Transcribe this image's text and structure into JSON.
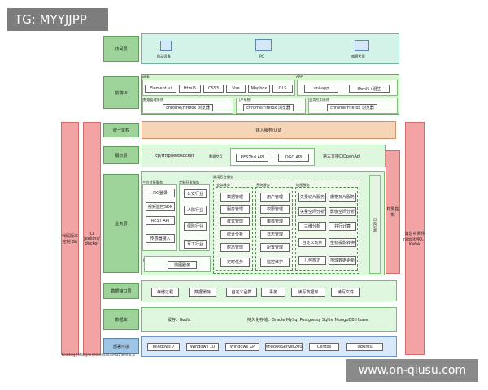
{
  "overlay": {
    "tag": "TG: MYYJJPP",
    "watermark": "www.on-qiusu.com"
  },
  "layers": {
    "access": {
      "label": "访问层",
      "devices": [
        "移动设备",
        "PC",
        "电视大屏"
      ]
    },
    "frontend": {
      "label": "前端UI",
      "web_title": "WEB",
      "web_items": [
        "Element ui",
        "Html5",
        "CSS3",
        "Vue",
        "Mapbox",
        "OLS"
      ],
      "app_title": "APP",
      "app_items": [
        "uni-app",
        "Html5+混生"
      ],
      "portal_groups": [
        {
          "title": "数据管理系统",
          "browser": "chrome/Firefox 浏览器"
        },
        {
          "title": "门户系统",
          "browser": "chrome/Firefox 浏览器"
        },
        {
          "title": "业务应用系统",
          "browser": "chrome/Firefox 浏览器"
        }
      ]
    },
    "auth": {
      "label": "统一鉴权",
      "content": "接入服务/认证"
    },
    "display": {
      "label": "展示层",
      "protocol": "Tcp/Http/Websocket",
      "exchange": "数据交互",
      "apis": [
        "RESTful API",
        "OGC API"
      ],
      "third": "第三方接口OpenApi"
    },
    "business": {
      "label": "业务层",
      "group1": {
        "title": "三方对接服务",
        "items": [
          "PKI登录",
          "视频监控SDK",
          "REST API",
          "传感器接入"
        ]
      },
      "group2": {
        "title": "定制开发服务",
        "items": [
          "公安行业",
          "人防行业",
          "保险行业",
          "军工行业"
        ]
      },
      "led": "LED大屏",
      "map_service": "地图服务",
      "common_platform": "通用后台服务",
      "biz_service": {
        "title": "业务服务",
        "items": [
          "数据管理",
          "服务管理",
          "样式管理",
          "统计分析",
          "时态管理",
          "定时任务"
        ]
      },
      "system_service": {
        "title": "系统服务",
        "items": [
          "用户管理",
          "权限管理",
          "审核管理",
          "日志管理",
          "配置管理",
          "监控维护"
        ]
      },
      "map_services": {
        "title": "地图服务",
        "left": [
          "矢量切片服务",
          "矢量空间分析",
          "三维分析",
          "自定义切片",
          "几何校正"
        ],
        "right": [
          "栅格瓦片服务",
          "影像空间分析",
          "并行计算",
          "坐标投影转换",
          "地理数据更新"
        ]
      },
      "log": "日志记录"
    },
    "data_interface": {
      "label": "数据接口层",
      "items": [
        "存储过程",
        "数据缓存",
        "自定义函数",
        "事务",
        "读写数据库",
        "读写文件"
      ]
    },
    "database": {
      "label": "数据库",
      "cache": "缓存：Redis",
      "persist": "持久化存储：Oracle  MySql  Postgresql  Sqlite  MongoDB  Hbase"
    },
    "deploy": {
      "label": "部署环境",
      "items": [
        "Windows 7",
        "Windows 10",
        "Windows XP",
        "WindowsServer2008",
        "Centos",
        "Ubuntu"
      ]
    }
  },
  "side_left": [
    {
      "text": "代码版本控制 Git"
    },
    {
      "text": "CI Jenkins/ docker"
    }
  ],
  "side_right": [
    {
      "text": "权限控制"
    },
    {
      "text": "消息中间件 rabbitMQ、Kafak"
    }
  ],
  "footer": "Loading [MathJax]/extensions/MathMenu.js"
}
